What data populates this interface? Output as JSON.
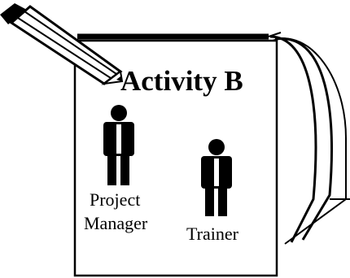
{
  "activity": {
    "title": "Activity B"
  },
  "roles": [
    {
      "name_line1": "Project",
      "name_line2": "Manager",
      "icon": "person-icon"
    },
    {
      "name": "Trainer",
      "icon": "person-icon"
    }
  ],
  "icons": {
    "pencil": "pencil-icon",
    "notepad": "notepad-icon"
  },
  "colors": {
    "ink": "#000000",
    "paper": "#ffffff"
  }
}
